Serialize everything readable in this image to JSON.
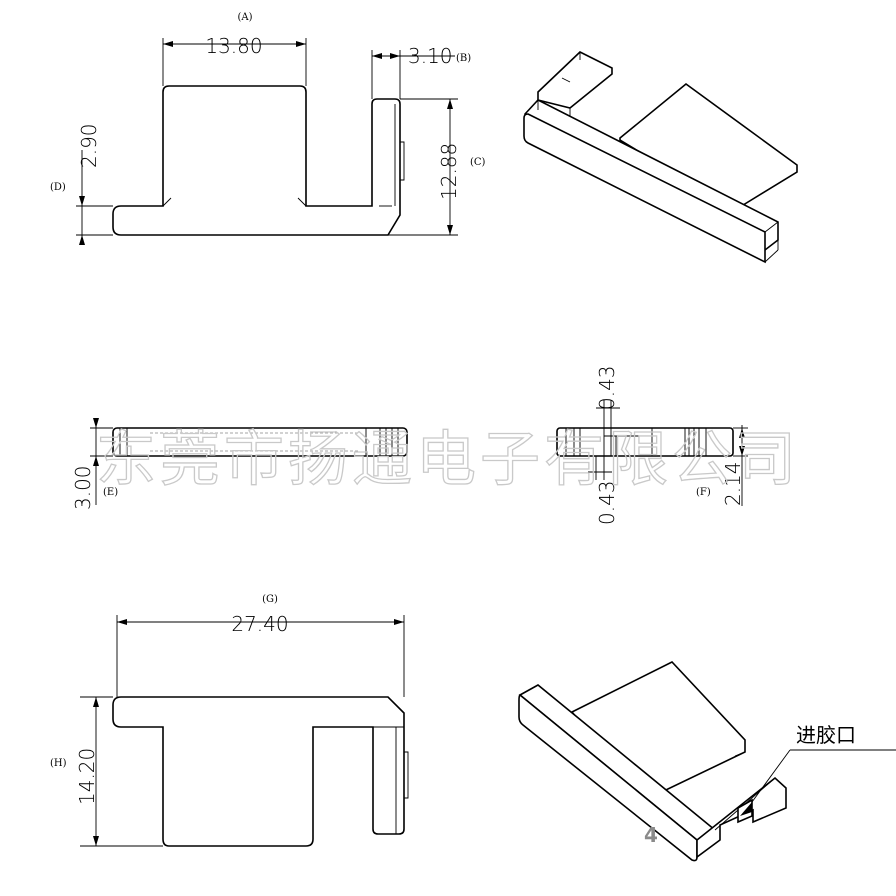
{
  "watermark": "东莞市扬通电子有限公司",
  "gate_label": "进胶口",
  "page_number": "4",
  "dimensions": {
    "A": {
      "tag": "(A)",
      "value": "13.80"
    },
    "B": {
      "tag": "(B)",
      "value": "3.10"
    },
    "C": {
      "tag": "(C)",
      "value": "12.88"
    },
    "D": {
      "tag": "(D)",
      "value": "2.90"
    },
    "E": {
      "tag": "(E)",
      "value": "3.00"
    },
    "F": {
      "tag": "(F)",
      "value": "2.14"
    },
    "F_top": {
      "value": "0.43"
    },
    "F_bottom": {
      "value": "0.43"
    },
    "G": {
      "tag": "(G)",
      "value": "27.40"
    },
    "H": {
      "tag": "(H)",
      "value": "14.20"
    }
  }
}
